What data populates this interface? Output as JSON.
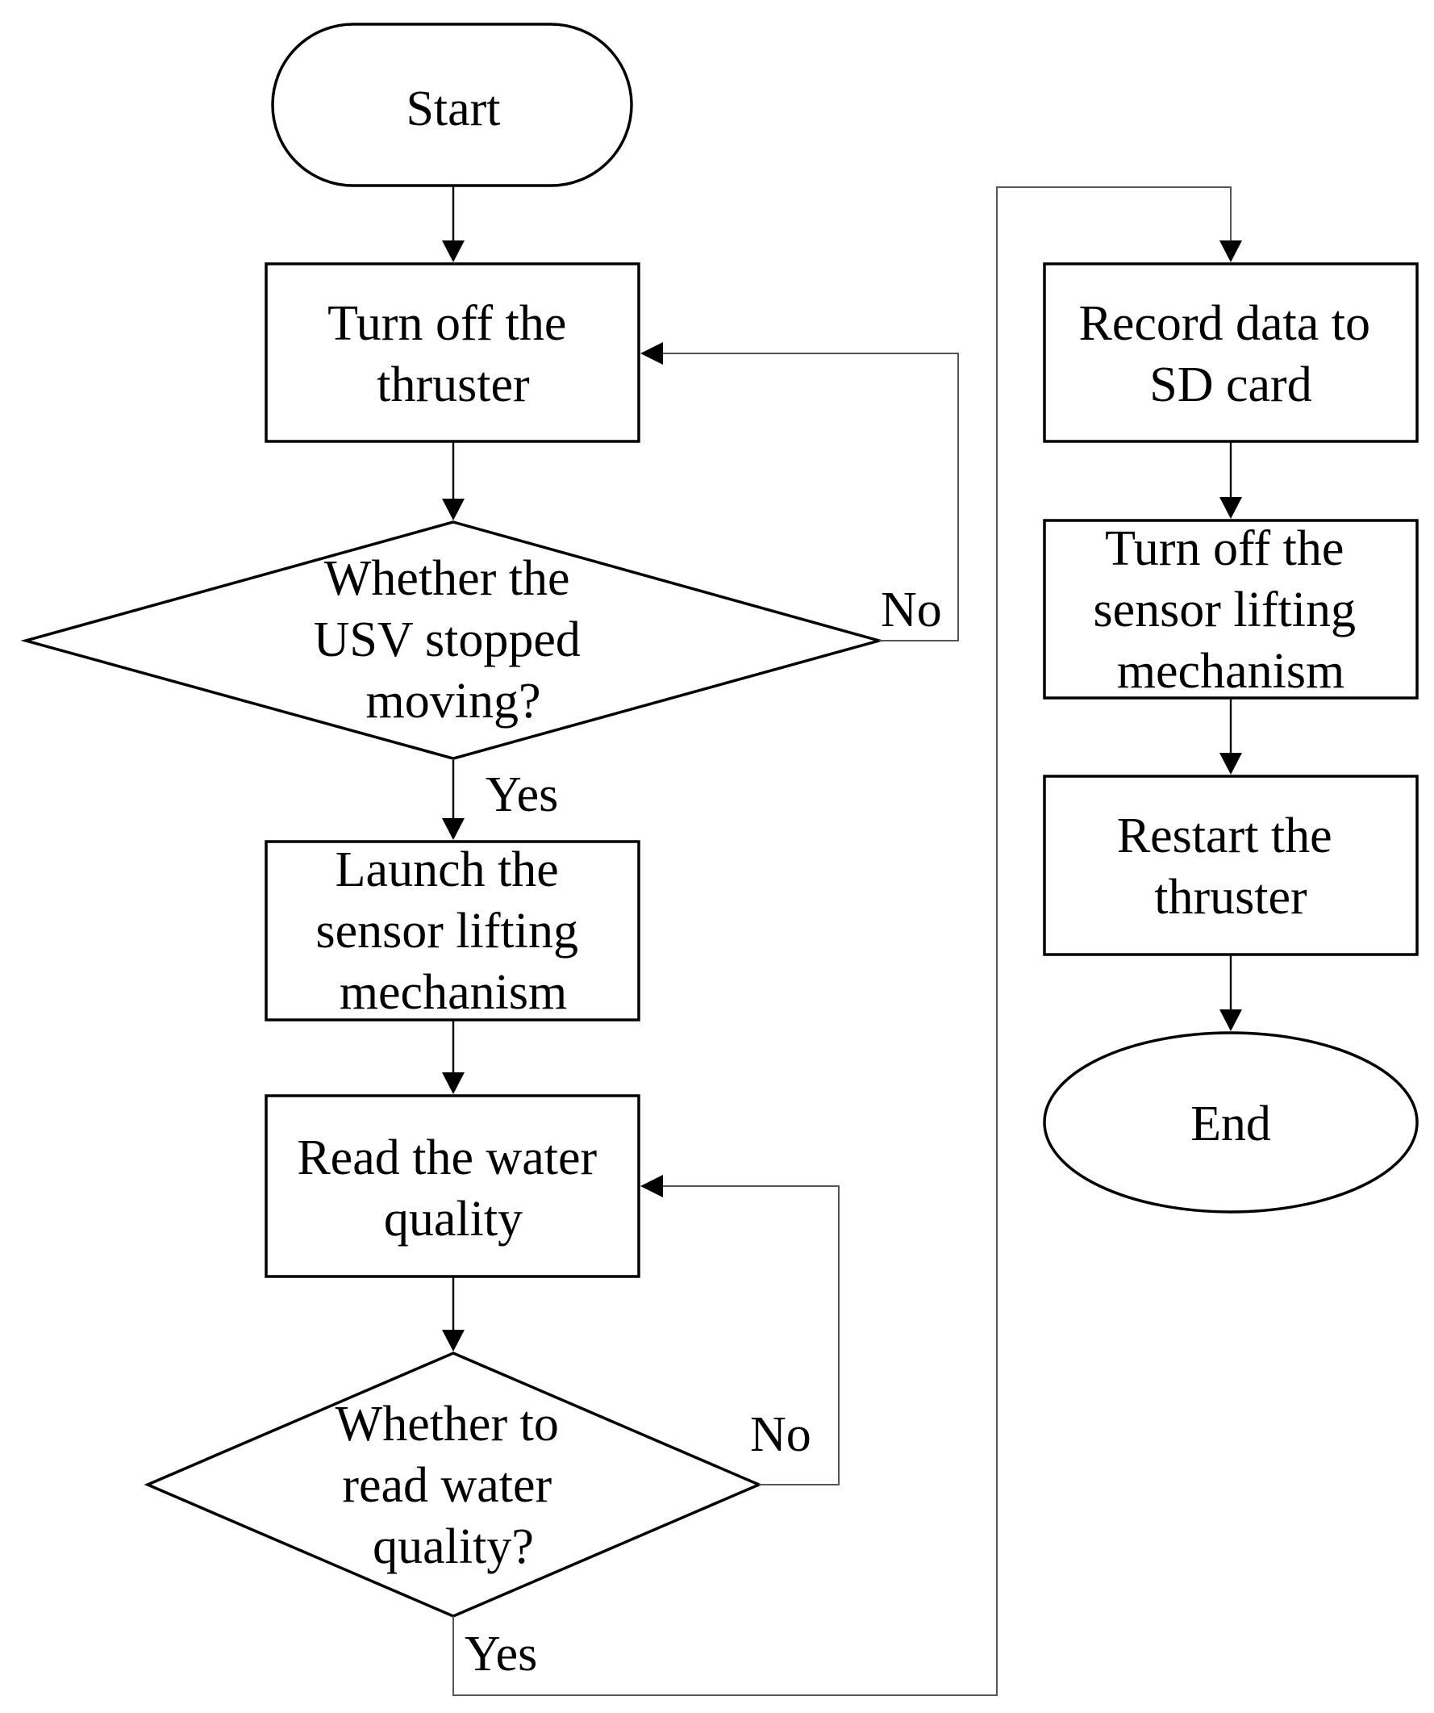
{
  "nodes": {
    "start": {
      "lines": [
        "Start"
      ]
    },
    "turn_off_thruster": {
      "lines": [
        "Turn off the",
        "thruster"
      ]
    },
    "usv_stopped": {
      "lines": [
        "Whether the",
        "USV stopped",
        "moving?"
      ]
    },
    "launch_lifting": {
      "lines": [
        "Launch the",
        "sensor lifting",
        "mechanism"
      ]
    },
    "read_water_quality": {
      "lines": [
        "Read the water",
        "quality"
      ]
    },
    "whether_read": {
      "lines": [
        "Whether to",
        "read water",
        "quality?"
      ]
    },
    "record_data": {
      "lines": [
        "Record data to",
        "SD card"
      ]
    },
    "turn_off_lifting": {
      "lines": [
        "Turn off the",
        "sensor lifting",
        "mechanism"
      ]
    },
    "restart_thruster": {
      "lines": [
        "Restart the",
        "thruster"
      ]
    },
    "end": {
      "lines": [
        "End"
      ]
    }
  },
  "edge_labels": {
    "usv_no": "No",
    "usv_yes": "Yes",
    "read_no": "No",
    "read_yes": "Yes"
  }
}
